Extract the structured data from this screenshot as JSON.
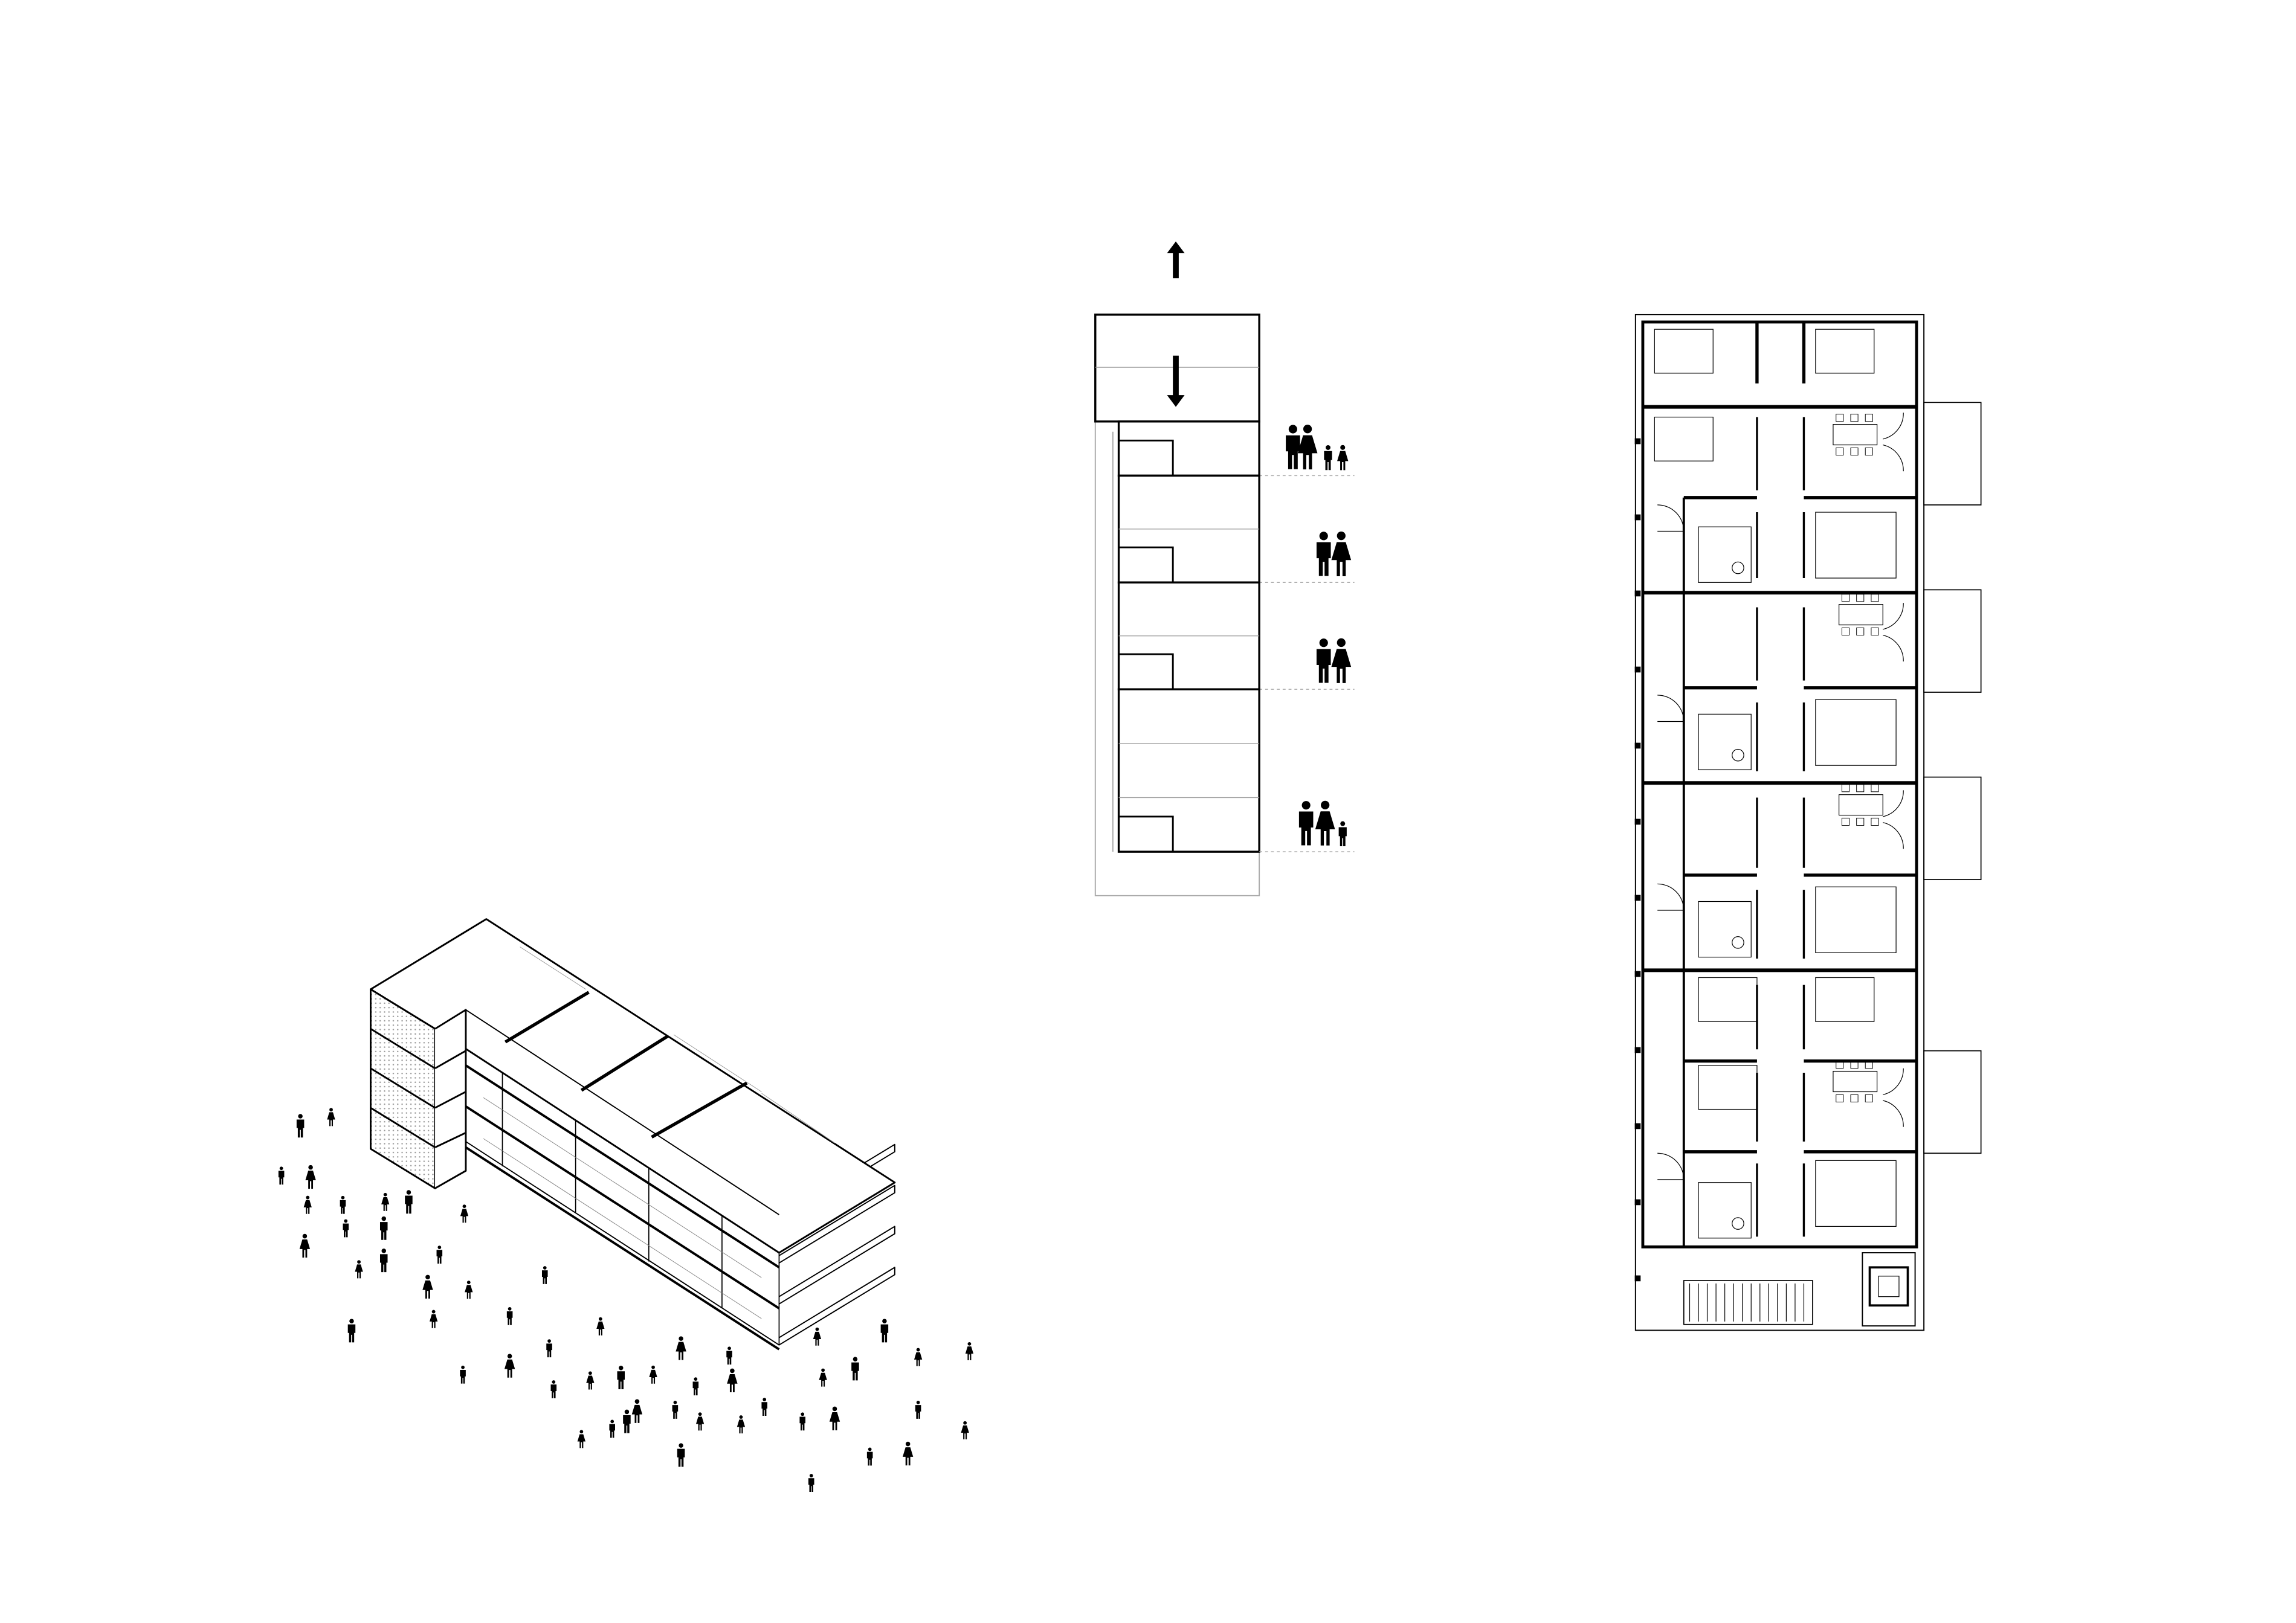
{
  "colors": {
    "background": "#ffffff",
    "line": "#000000",
    "thin_line": "#999999",
    "hatch": "#bbbbbb"
  },
  "section": {
    "floors": [
      {
        "occupants": [
          "man",
          "woman",
          "boy",
          "girl"
        ]
      },
      {
        "occupants": [
          "man",
          "woman"
        ]
      },
      {
        "occupants": [
          "man",
          "woman"
        ]
      },
      {
        "occupants": [
          "man",
          "woman",
          "boy"
        ]
      }
    ]
  }
}
